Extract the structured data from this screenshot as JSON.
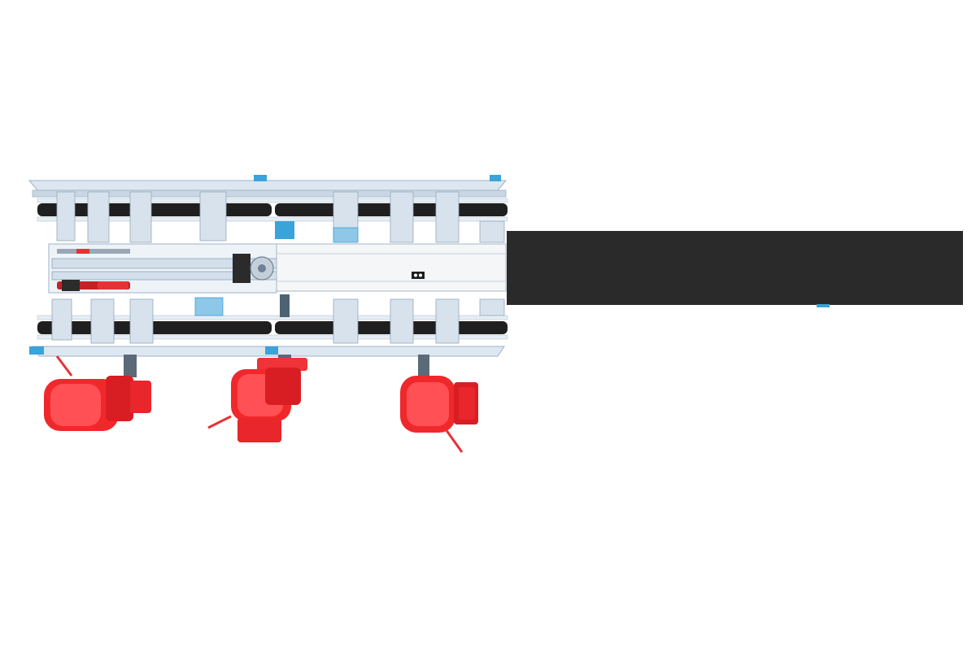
{
  "image": {
    "subject": "",
    "background_color": "#ffffff"
  },
  "colors": {
    "frame": "#dde7f1",
    "frame_edge": "#9fb3c8",
    "belt": "#1f1f1f",
    "motor": "#f0282c",
    "motor_dark": "#b81418",
    "accent_blue": "#3aa3d9",
    "shaft": "#5a6a78",
    "overlay_bar": "#2a2a2a"
  },
  "parts": {
    "conveyor_belts": 4,
    "drive_motors": 3,
    "pneumatic_cylinders": 2
  }
}
